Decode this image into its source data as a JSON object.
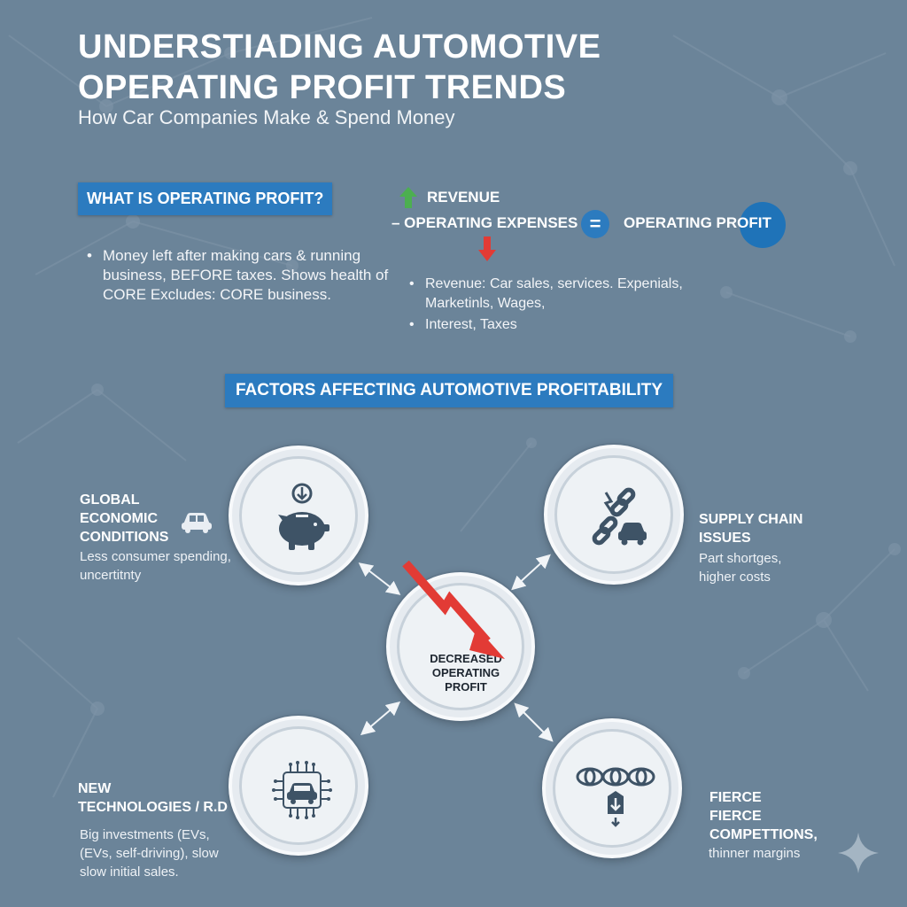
{
  "header": {
    "title": "UNDERSTIADING AUTOMOTIVE\nOPERATING PROFIT TRENDS",
    "subtitle": "How Car Companies Make & Spend Money"
  },
  "what_section": {
    "heading": "WHAT IS OPERATING PROFIT?",
    "bullets": [
      "Money left after making cars & running business, BEFORE taxes. Shows health of CORE Excludes: CORE business."
    ]
  },
  "formula": {
    "revenue": "REVENUE",
    "expenses": "– OPERATING EXPENSES",
    "equals": "=",
    "result": "OPERATING PROFIT",
    "bullets": [
      "Revenue: Car sales, services. Expenials, Marketinls, Wages,",
      "Interest, Taxes"
    ]
  },
  "factors_section": {
    "heading": "FACTORS AFFECTING AUTOMOTIVE PROFITABILITY",
    "center_label": "DECREASED OPERATING PROFIT",
    "factors": [
      {
        "title": "GLOBAL\nECONOMIC\nCONDITIONS",
        "desc": "Less consumer spending,\nuncertitnty",
        "icon": "piggy-bank-icon"
      },
      {
        "title": "SUPPLY CHAIN\nISSUES",
        "desc": "Part shortges,\nhigher costs",
        "icon": "broken-chain-icon"
      },
      {
        "title": "NEW\nTECHNOLOGIES / R.D",
        "desc": "Big investments (EVs,\n(EVs, self-driving), slow\nslow initial sales.",
        "icon": "circuit-car-icon"
      },
      {
        "title": "FIERCE\nFIERCE\nCOMPETTIONS,",
        "desc": "thinner margins",
        "icon": "brand-logos-icon"
      }
    ]
  },
  "colors": {
    "background": "#6b8499",
    "accent_blue": "#2c7bbf",
    "arrow_red": "#e23b35",
    "arrow_green": "#4caf50",
    "circle_fill": "#e6ebf0",
    "icon_dark": "#3e5366"
  }
}
